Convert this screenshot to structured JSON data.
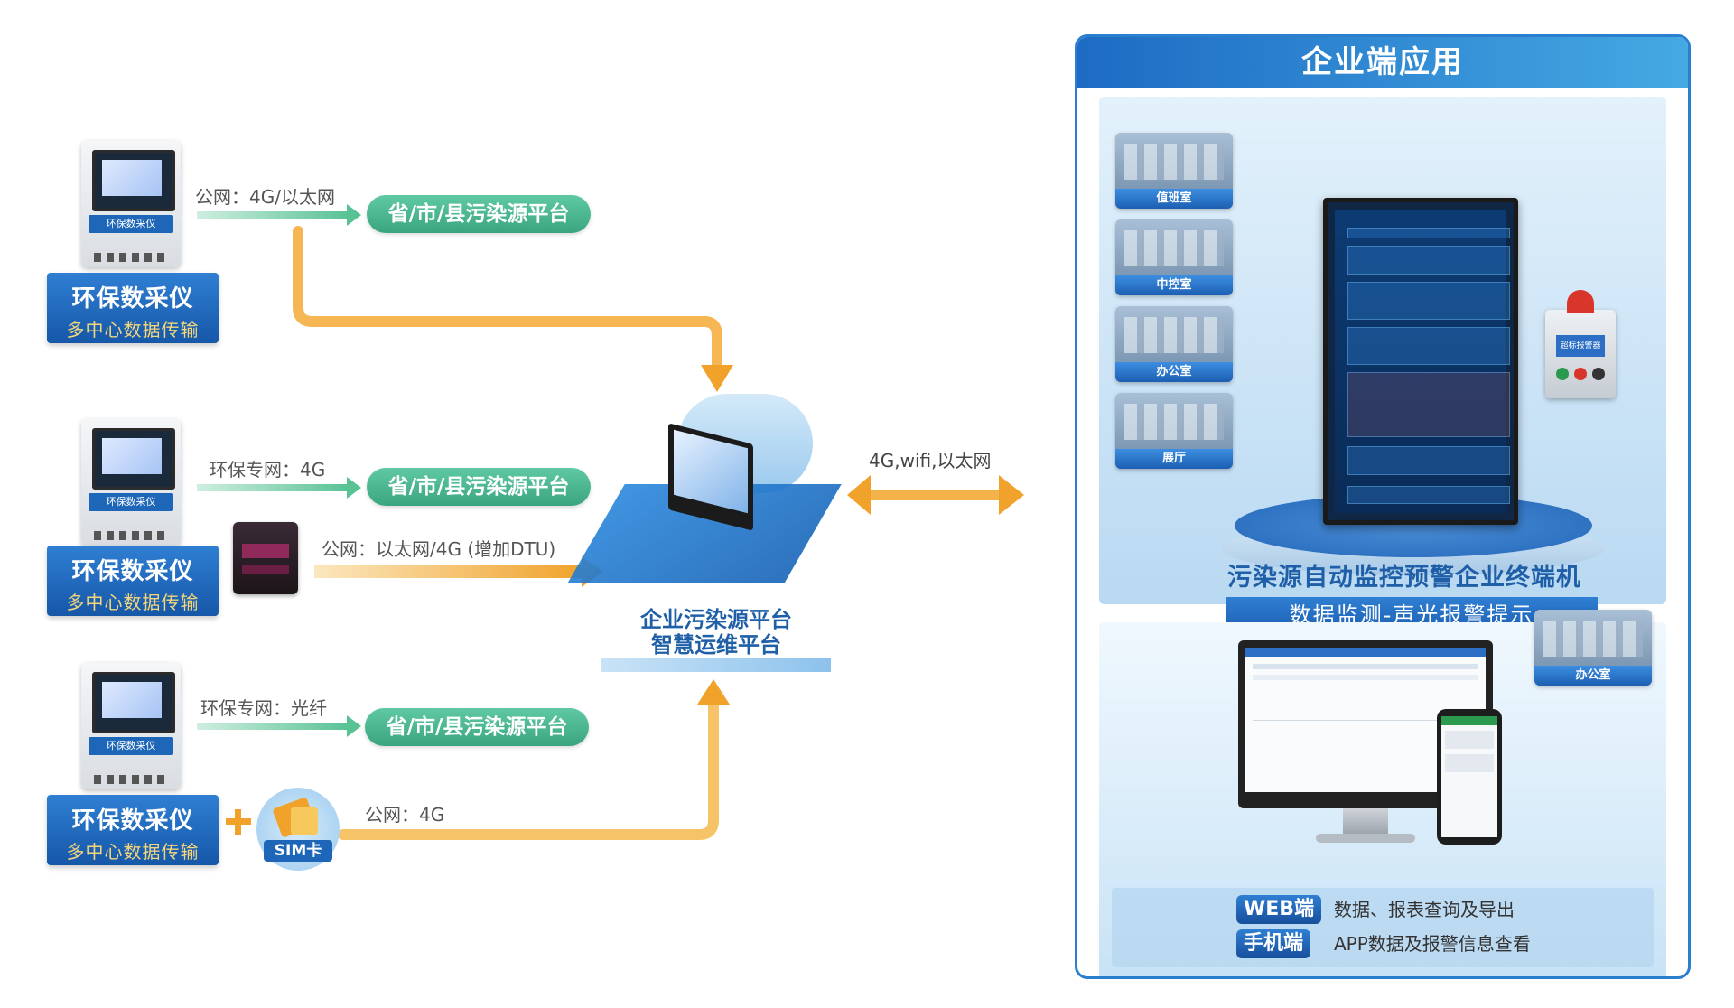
{
  "devices": [
    {
      "screen_label": "环保数采仪",
      "badge_line1": "环保数采仪",
      "badge_line2": "多中心数据传输",
      "link_label": "公网：4G/以太网",
      "platform": "省/市/县污染源平台"
    },
    {
      "screen_label": "环保数采仪",
      "badge_line1": "环保数采仪",
      "badge_line2": "多中心数据传输",
      "link_label": "环保专网：4G",
      "platform": "省/市/县污染源平台",
      "extra_link_label": "公网：以太网/4G (增加DTU)"
    },
    {
      "screen_label": "环保数采仪",
      "badge_line1": "环保数采仪",
      "badge_line2": "多中心数据传输",
      "link_label": "环保专网：光纤",
      "platform": "省/市/县污染源平台",
      "extra_link_label": "公网：4G"
    }
  ],
  "sim_label": "SIM卡",
  "plus_sign": "+",
  "center": {
    "line1": "企业污染源平台",
    "line2": "智慧运维平台"
  },
  "bidirectional_label": "4G,wifi,以太网",
  "panel": {
    "title": "企业端应用",
    "rooms": [
      "值班室",
      "中控室",
      "办公室",
      "展厅"
    ],
    "alarm_label": "超标报警器",
    "terminal_title": "污染源自动监控预警企业终端机",
    "terminal_subtitle": "数据监测-声光报警提示",
    "office_label": "办公室",
    "platforms": [
      {
        "tag": "WEB端",
        "desc": "数据、报表查询及导出"
      },
      {
        "tag": "手机端",
        "desc": "APP数据及报警信息查看"
      }
    ]
  },
  "colors": {
    "primary": "#1e67b8",
    "green": "#4dbb92",
    "orange": "#f2a93b"
  }
}
